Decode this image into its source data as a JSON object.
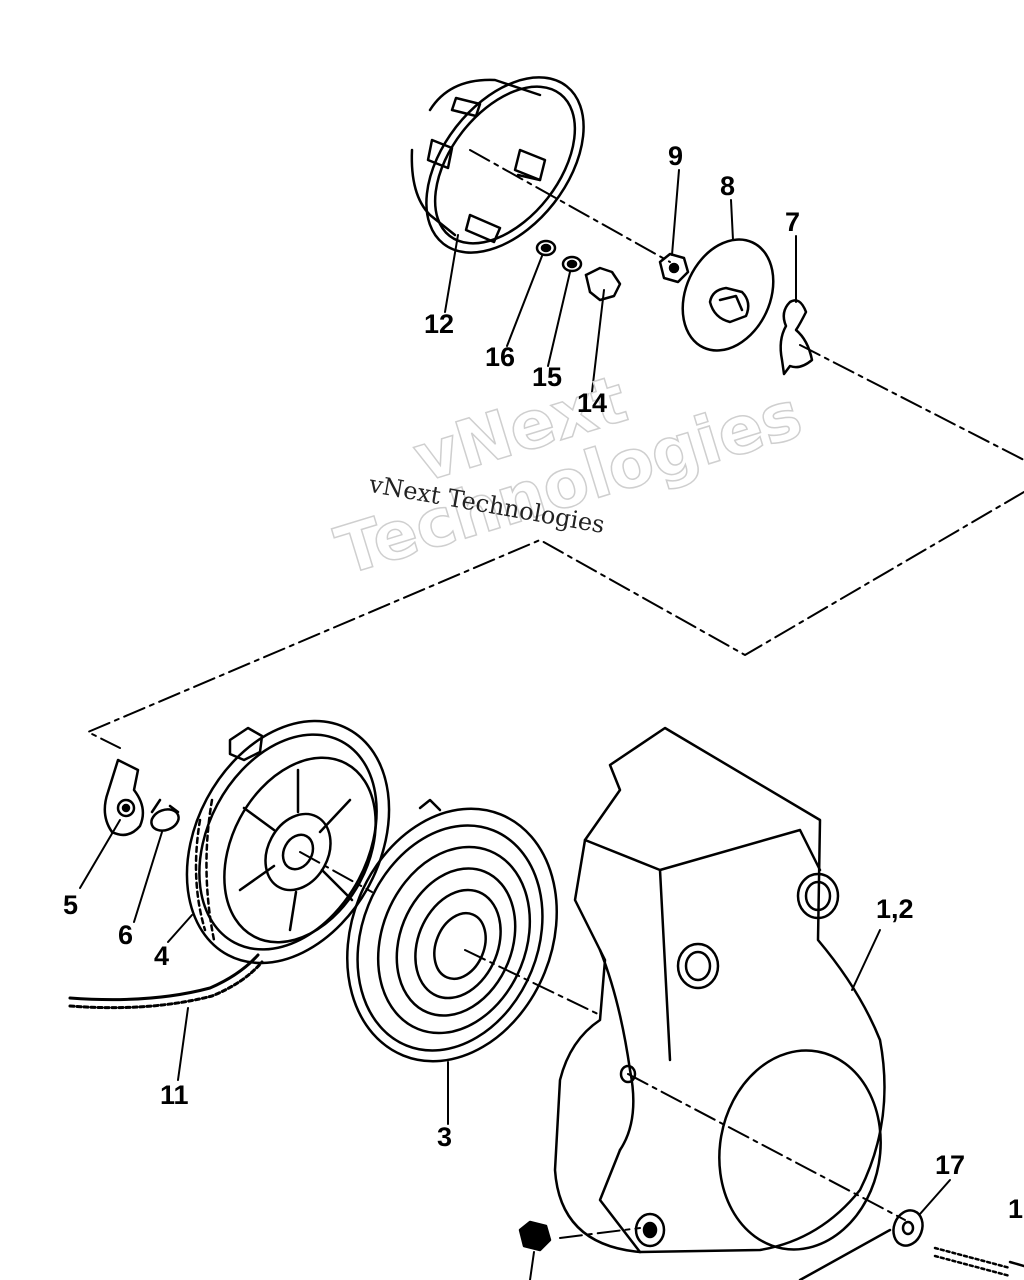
{
  "callouts": {
    "c1": "9",
    "c2": "8",
    "c3": "7",
    "c4": "12",
    "c5": "16",
    "c6": "15",
    "c7": "14",
    "c8": "5",
    "c9": "6",
    "c10": "4",
    "c11": "1,2",
    "c12": "11",
    "c13": "3",
    "c14": "17",
    "c15": "1"
  },
  "watermark": {
    "line1": "vNext",
    "line2": "Technologies",
    "caption": "vNext Technologies"
  },
  "colors": {
    "ink": "#000000",
    "watermark_outline": "#cfcfcf",
    "paper": "#ffffff"
  }
}
